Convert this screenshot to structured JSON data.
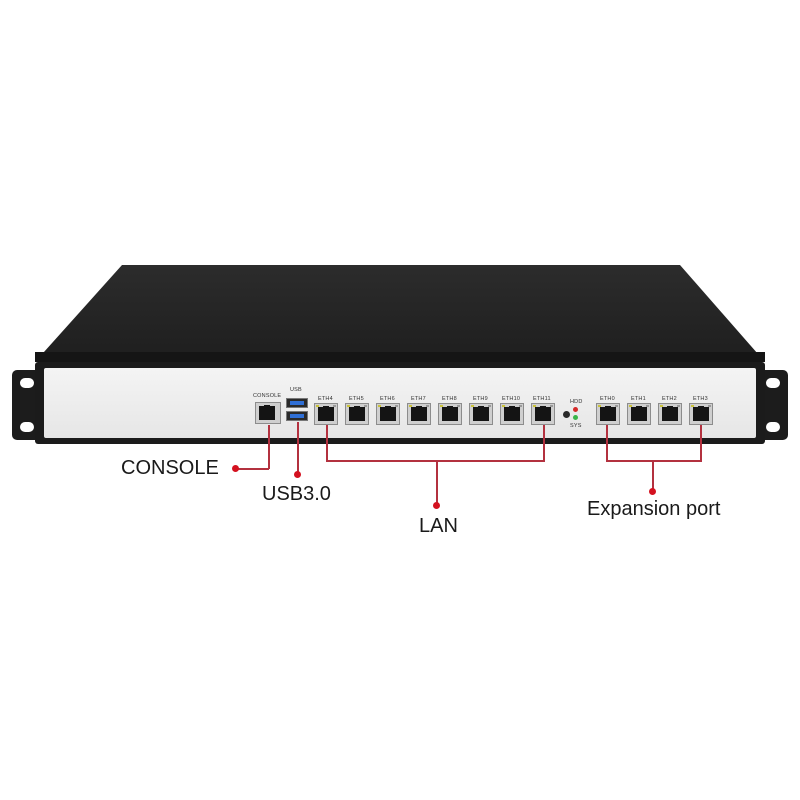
{
  "device": {
    "type": "1U rackmount network appliance",
    "chassis_color": "#1b1b1b",
    "faceplate_color": "#eeeeee"
  },
  "front_panel": {
    "console_label": "CONSOLE",
    "usb_label": "USB",
    "lan_ports": [
      "ETH4",
      "ETH5",
      "ETH6",
      "ETH7",
      "ETH8",
      "ETH9",
      "ETH10",
      "ETH11"
    ],
    "expansion_ports": [
      "ETH0",
      "ETH1",
      "ETH2",
      "ETH3"
    ],
    "indicators": [
      {
        "label": "HDD",
        "color": "#d42a2a"
      },
      {
        "label": "SYS",
        "color": "#3bb54a"
      }
    ]
  },
  "callouts": {
    "console": "CONSOLE",
    "usb": "USB3.0",
    "lan": "LAN",
    "expansion": "Expansion port",
    "line_color": "#b3313f",
    "dot_color": "#d4111f"
  }
}
